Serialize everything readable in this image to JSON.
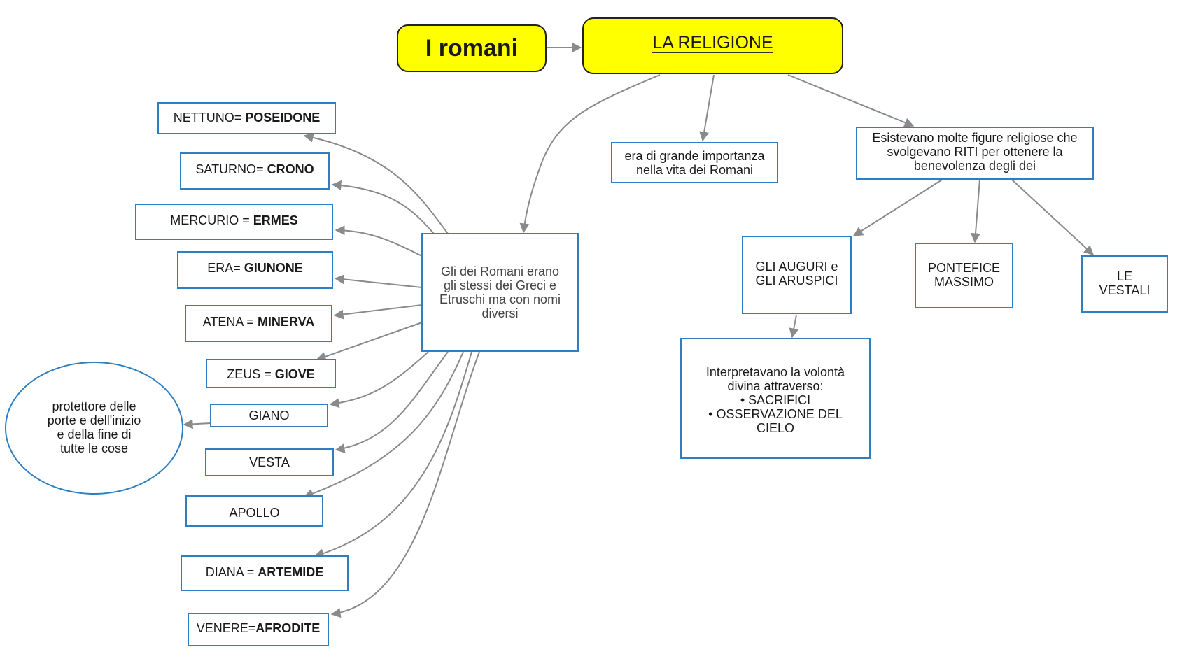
{
  "root": {
    "label": "I romani"
  },
  "topic": {
    "label": "LA RELIGIONE"
  },
  "importance": {
    "text": "era di grande importanza\nnella vita dei Romani"
  },
  "figures": {
    "text": "Esistevano molte figure religiose che\nsvolgevano RITI per ottenere la\nbenevolenza degli dei"
  },
  "gods_intro": {
    "text": "Gli dei Romani erano\ngli stessi dei Greci e\nEtruschi ma con nomi\ndiversi"
  },
  "gods": [
    {
      "roman": "NETTUNO=",
      "greek": "POSEIDONE"
    },
    {
      "roman": "SATURNO=",
      "greek": "CRONO"
    },
    {
      "roman": "MERCURIO =",
      "greek": "ERMES"
    },
    {
      "roman": "ERA=",
      "greek": "GIUNONE"
    },
    {
      "roman": "ATENA =",
      "greek": "MINERVA"
    },
    {
      "roman": "ZEUS =",
      "greek": "GIOVE"
    },
    {
      "roman": "GIANO",
      "greek": ""
    },
    {
      "roman": "VESTA",
      "greek": ""
    },
    {
      "roman": "APOLLO",
      "greek": ""
    },
    {
      "roman": "DIANA =",
      "greek": "ARTEMIDE"
    },
    {
      "roman": "VENERE=",
      "greek": "AFRODITE"
    }
  ],
  "giano_note": {
    "text": "protettore delle\nporte e dell'inizio\ne della fine di\ntutte le cose"
  },
  "auguri": {
    "text": "GLI AUGURI e\nGLI ARUSPICI"
  },
  "pontefice": {
    "text": "PONTEFICE\nMASSIMO"
  },
  "vestali": {
    "text": "LE\nVESTALI"
  },
  "interpretavano": {
    "text": "Interpretavano la volontà\ndivina attraverso:\n• SACRIFICI\n• OSSERVAZIONE DEL\nCIELO"
  },
  "colors": {
    "node_fill_main": "#ffff00",
    "node_border": "#2e7ec1",
    "connector": "#8a8a8a"
  }
}
